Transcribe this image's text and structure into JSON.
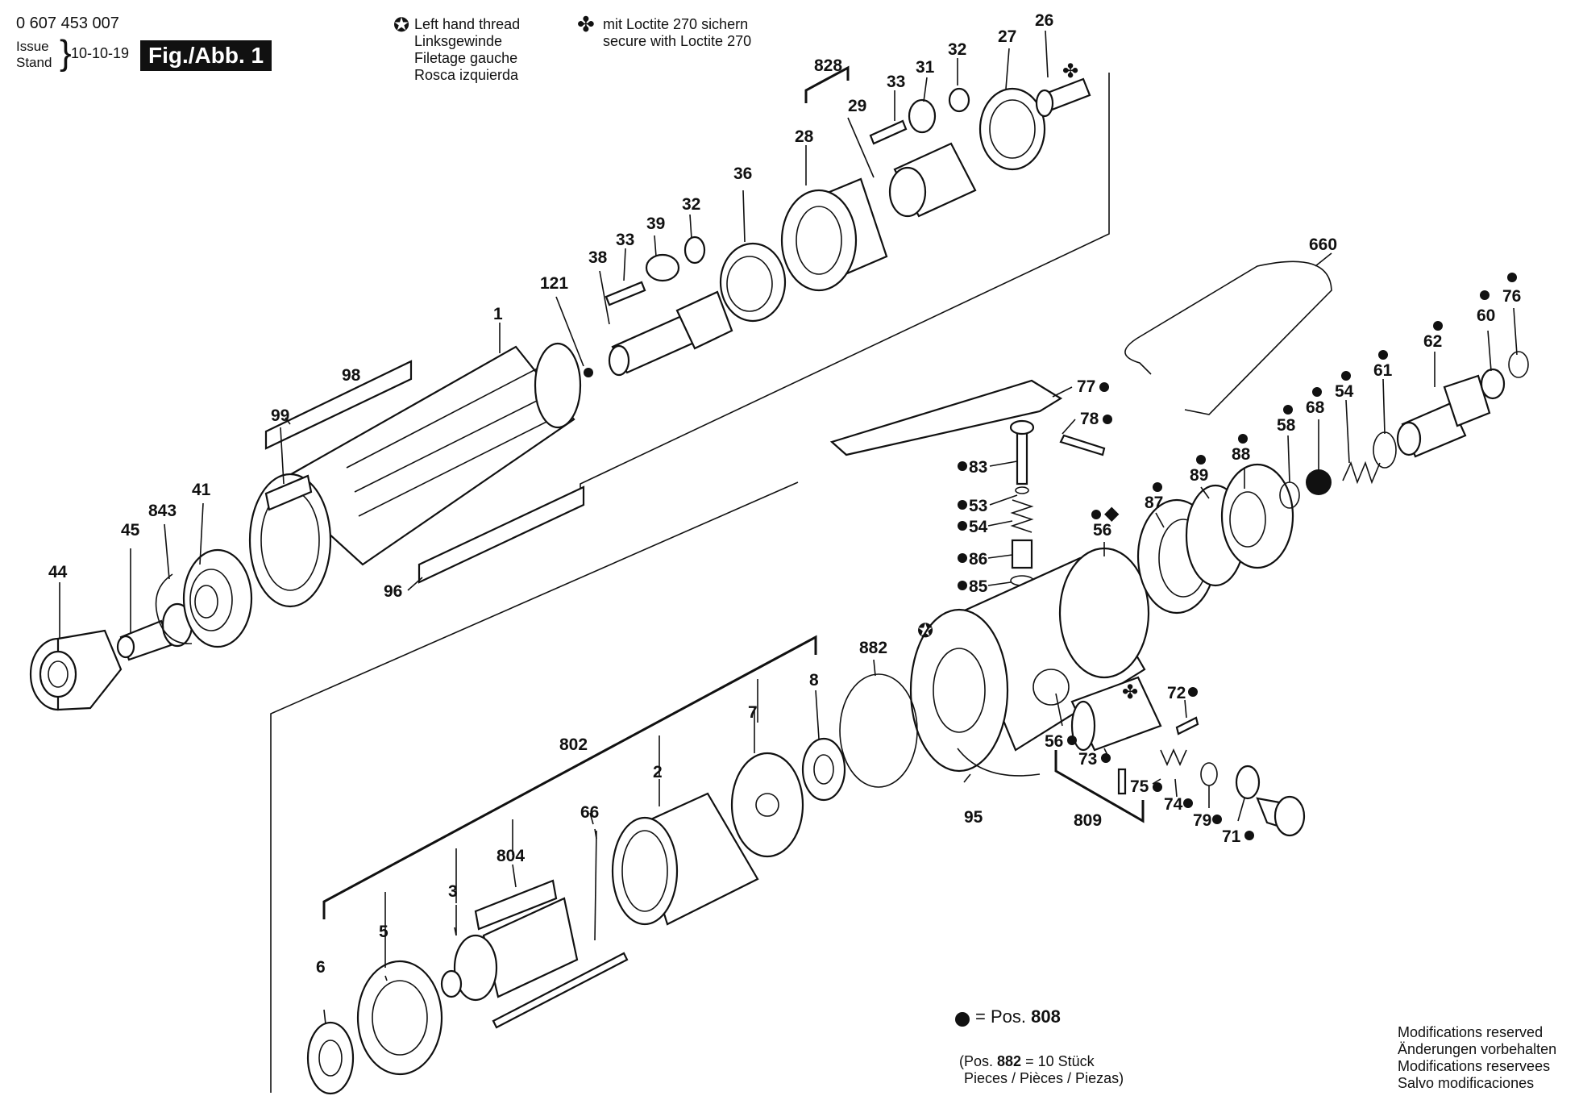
{
  "header": {
    "doc_number": "0 607 453 007",
    "issue_label_en": "Issue",
    "issue_label_de": "Stand",
    "issue_date": "10-10-19",
    "figure_label": "Fig./Abb. 1"
  },
  "symbols_legend": {
    "left_hand_thread_symbol": "✪",
    "left_hand_thread_lines": [
      "Left hand thread",
      "Linksgewinde",
      "Filetage gauche",
      "Rosca izquierda"
    ],
    "loctite_symbol": "✤",
    "loctite_lines": [
      "mit Loctite 270 sichern",
      "secure with Loctite 270"
    ]
  },
  "part_labels": [
    {
      "id": "26",
      "text": "26"
    },
    {
      "id": "27",
      "text": "27"
    },
    {
      "id": "32a",
      "text": "32"
    },
    {
      "id": "31",
      "text": "31"
    },
    {
      "id": "33a",
      "text": "33"
    },
    {
      "id": "828",
      "text": "828"
    },
    {
      "id": "29",
      "text": "29"
    },
    {
      "id": "28",
      "text": "28"
    },
    {
      "id": "36",
      "text": "36"
    },
    {
      "id": "32b",
      "text": "32"
    },
    {
      "id": "39",
      "text": "39"
    },
    {
      "id": "33b",
      "text": "33"
    },
    {
      "id": "38",
      "text": "38"
    },
    {
      "id": "121",
      "text": "121"
    },
    {
      "id": "1",
      "text": "1"
    },
    {
      "id": "98",
      "text": "98"
    },
    {
      "id": "99",
      "text": "99"
    },
    {
      "id": "41",
      "text": "41"
    },
    {
      "id": "843",
      "text": "843"
    },
    {
      "id": "45",
      "text": "45"
    },
    {
      "id": "44",
      "text": "44"
    },
    {
      "id": "96",
      "text": "96"
    },
    {
      "id": "660",
      "text": "660"
    },
    {
      "id": "76",
      "text": "76"
    },
    {
      "id": "60",
      "text": "60"
    },
    {
      "id": "62",
      "text": "62"
    },
    {
      "id": "61",
      "text": "61"
    },
    {
      "id": "54a",
      "text": "54"
    },
    {
      "id": "68",
      "text": "68"
    },
    {
      "id": "58",
      "text": "58"
    },
    {
      "id": "88",
      "text": "88"
    },
    {
      "id": "89",
      "text": "89"
    },
    {
      "id": "87",
      "text": "87"
    },
    {
      "id": "77",
      "text": "77"
    },
    {
      "id": "78",
      "text": "78"
    },
    {
      "id": "83",
      "text": "83"
    },
    {
      "id": "53",
      "text": "53"
    },
    {
      "id": "54b",
      "text": "54"
    },
    {
      "id": "86",
      "text": "86"
    },
    {
      "id": "85",
      "text": "85"
    },
    {
      "id": "56a",
      "text": "56"
    },
    {
      "id": "882",
      "text": "882"
    },
    {
      "id": "8",
      "text": "8"
    },
    {
      "id": "7",
      "text": "7"
    },
    {
      "id": "802",
      "text": "802"
    },
    {
      "id": "2",
      "text": "2"
    },
    {
      "id": "66",
      "text": "66"
    },
    {
      "id": "804",
      "text": "804"
    },
    {
      "id": "3",
      "text": "3"
    },
    {
      "id": "5",
      "text": "5"
    },
    {
      "id": "6",
      "text": "6"
    },
    {
      "id": "95",
      "text": "95"
    },
    {
      "id": "56b",
      "text": "56"
    },
    {
      "id": "73",
      "text": "73"
    },
    {
      "id": "72",
      "text": "72"
    },
    {
      "id": "75",
      "text": "75"
    },
    {
      "id": "74",
      "text": "74"
    },
    {
      "id": "79",
      "text": "79"
    },
    {
      "id": "71",
      "text": "71"
    },
    {
      "id": "809",
      "text": "809"
    }
  ],
  "footer": {
    "dot_legend_prefix": "= Pos.",
    "dot_legend_value": "808",
    "note_line1_a": "(Pos.",
    "note_line1_b": "882",
    "note_line1_c": "= 10 Stück",
    "note_line2": "Pieces / Pièces / Piezas)",
    "modifications": [
      "Modifications reserved",
      "Änderungen vorbehalten",
      "Modifications reservees",
      "Salvo modificaciones"
    ]
  }
}
